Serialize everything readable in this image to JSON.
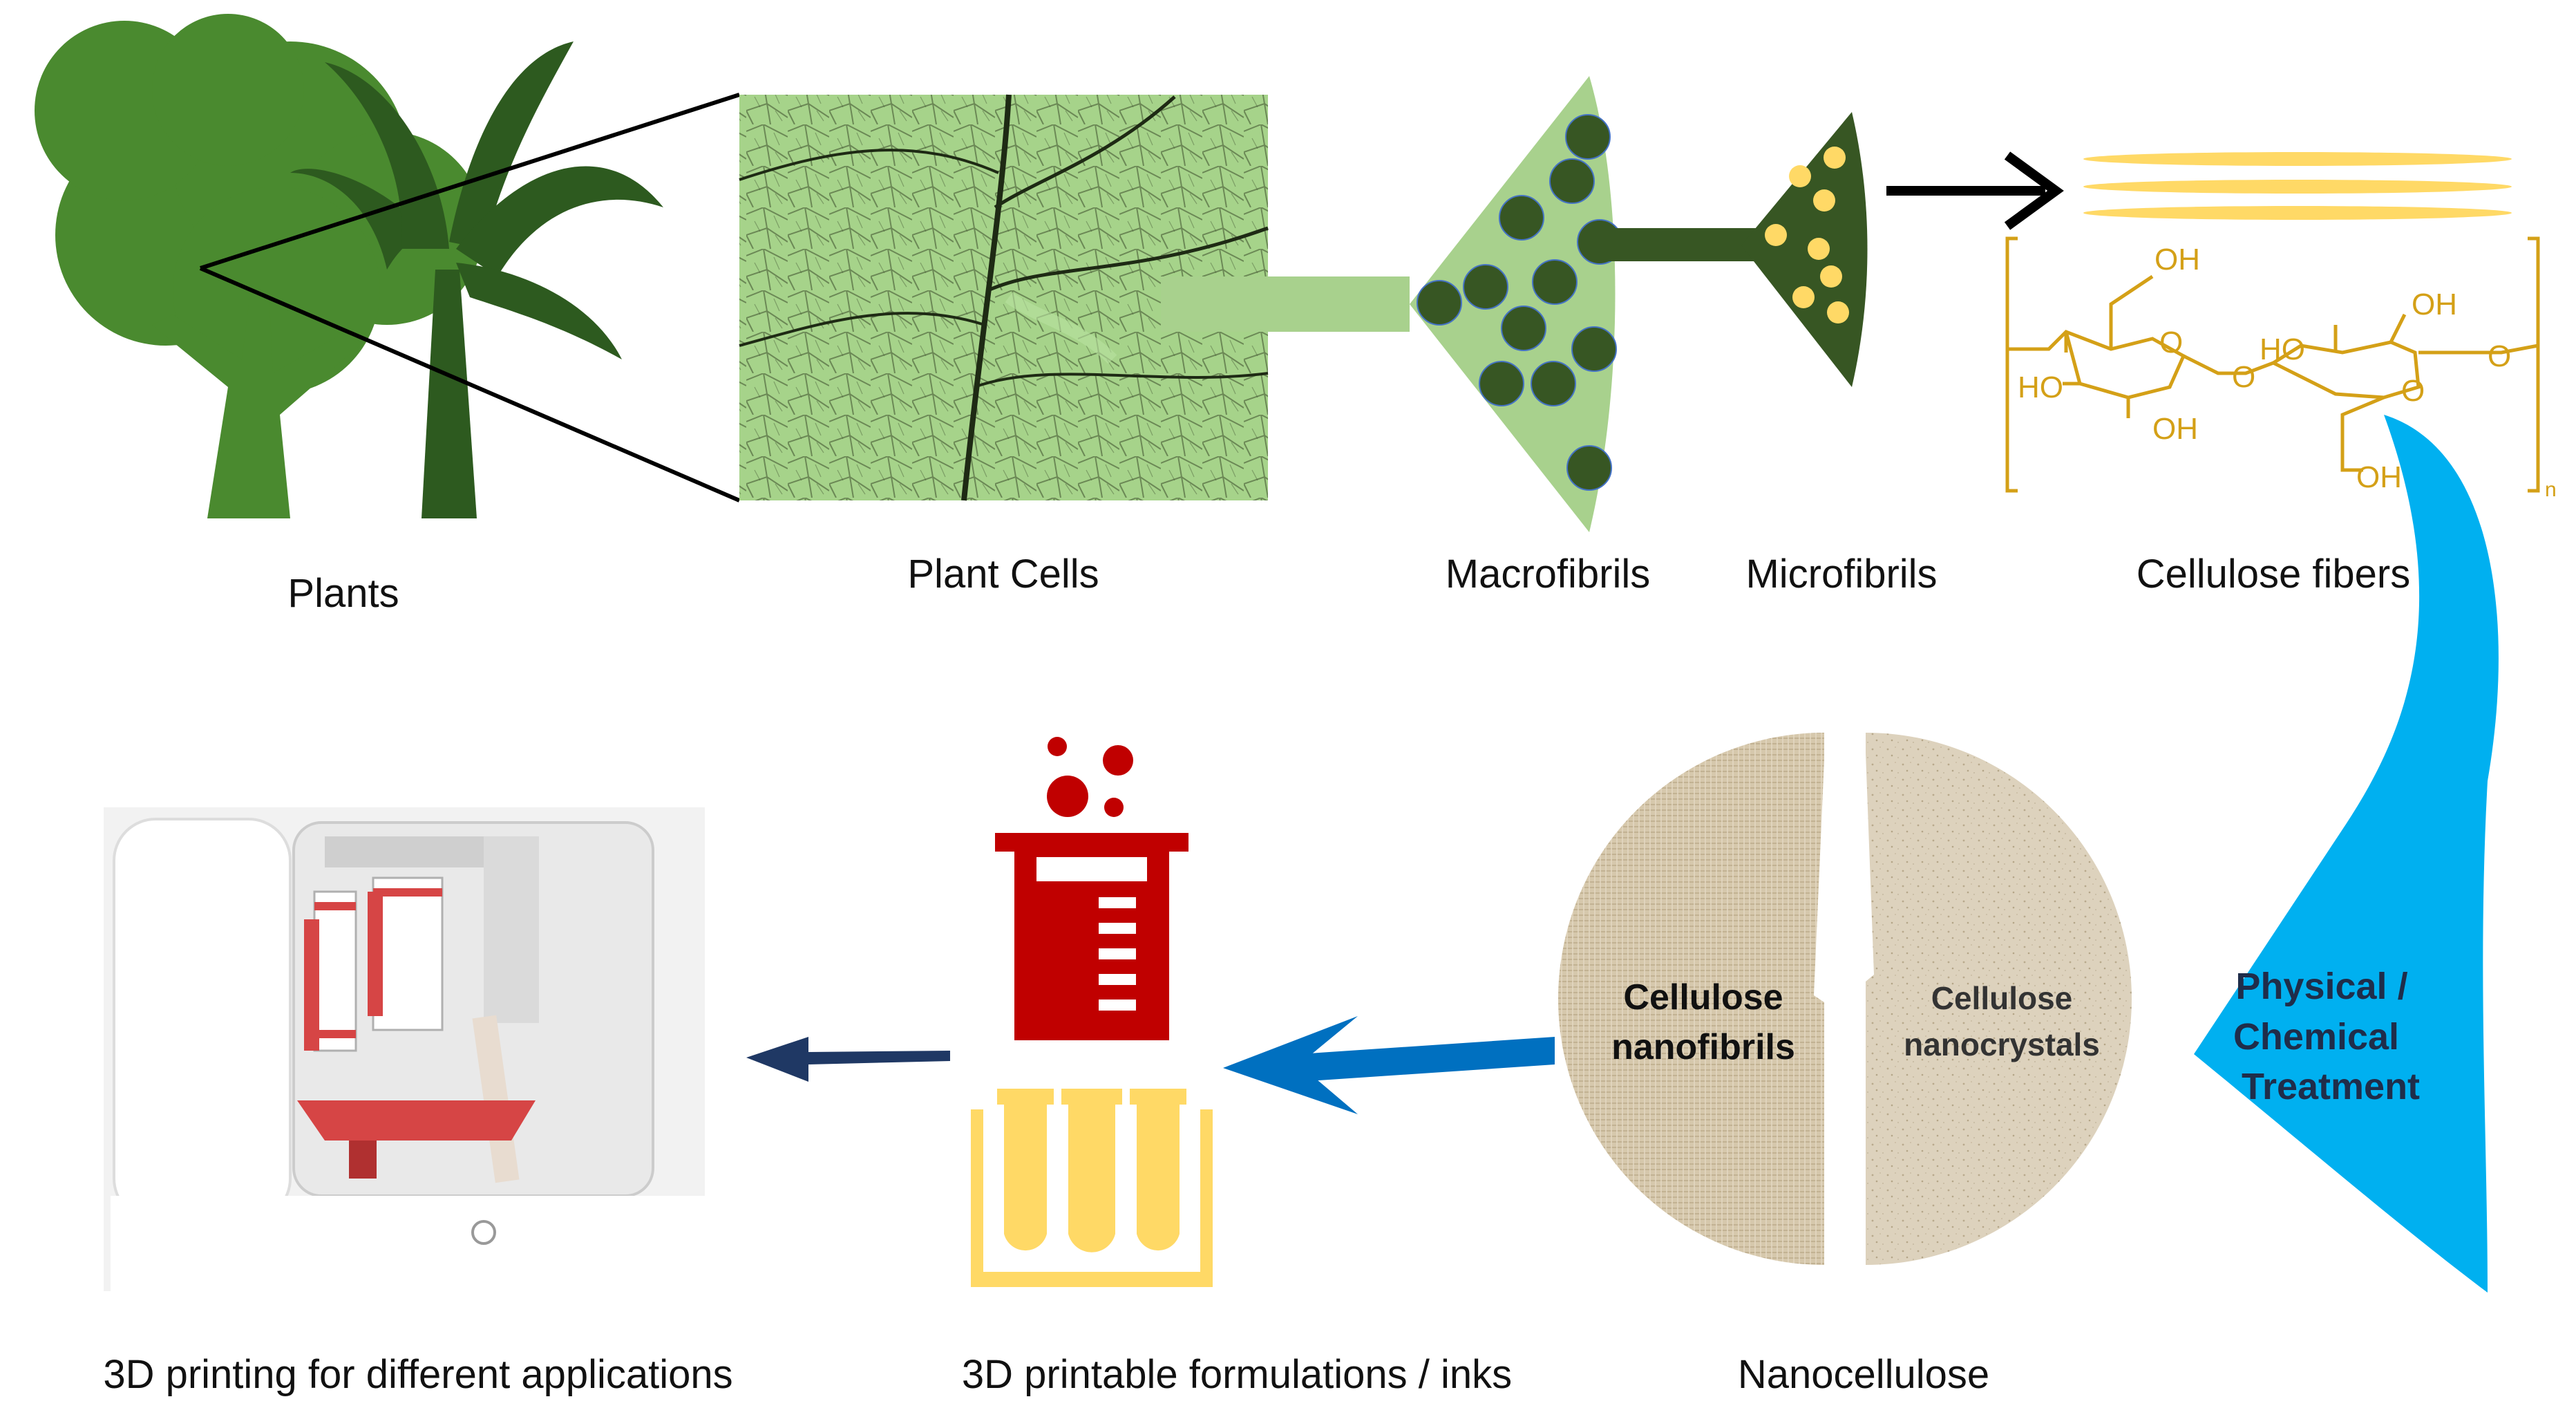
{
  "labels": {
    "plants": "Plants",
    "plant_cells": "Plant Cells",
    "macrofibrils": "Macrofibrils",
    "microfibrils": "Microfibrils",
    "cellulose_fibers": "Cellulose fibers",
    "nanocellulose": "Nanocellulose",
    "formulations": "3D printable formulations / inks",
    "printing": "3D printing for different applications"
  },
  "treatment": {
    "line1": "Physical /",
    "line2": "Chemical",
    "line3": "Treatment"
  },
  "nano": {
    "cnf_line1": "Cellulose",
    "cnf_line2": "nanofibrils",
    "cnc_line1": "Cellulose",
    "cnc_line2": "nanocrystals"
  },
  "chem": {
    "oh_top": "OH",
    "oh_upper_right": "OH",
    "ho_left": "HO",
    "oh_bottom_left": "OH",
    "ho_middle": "HO",
    "oh_bottom_right": "OH",
    "o_ring_left": "O",
    "o_bridge": "O",
    "o_ring_right": "O",
    "o_end": "O",
    "repeat_n": "n"
  },
  "colors": {
    "tree_light": "#4a8a2f",
    "tree_dark": "#2d5a1f",
    "leaf_bg": "#a6d38a",
    "macro_green": "#a8d18d",
    "dark_green": "#375623",
    "yellow": "#ffd966",
    "chem_gold": "#d4a017",
    "cyan_arrow": "#00b0f0",
    "blue_arrow": "#0070c0",
    "navy_arrow": "#1f3864",
    "beaker_red": "#c00000",
    "tan": "#d9ccb2"
  },
  "icons": [
    "plant-trees-icon",
    "leaf-cells-image",
    "beaker-icon",
    "test-tubes-icon",
    "3d-printer-image"
  ]
}
